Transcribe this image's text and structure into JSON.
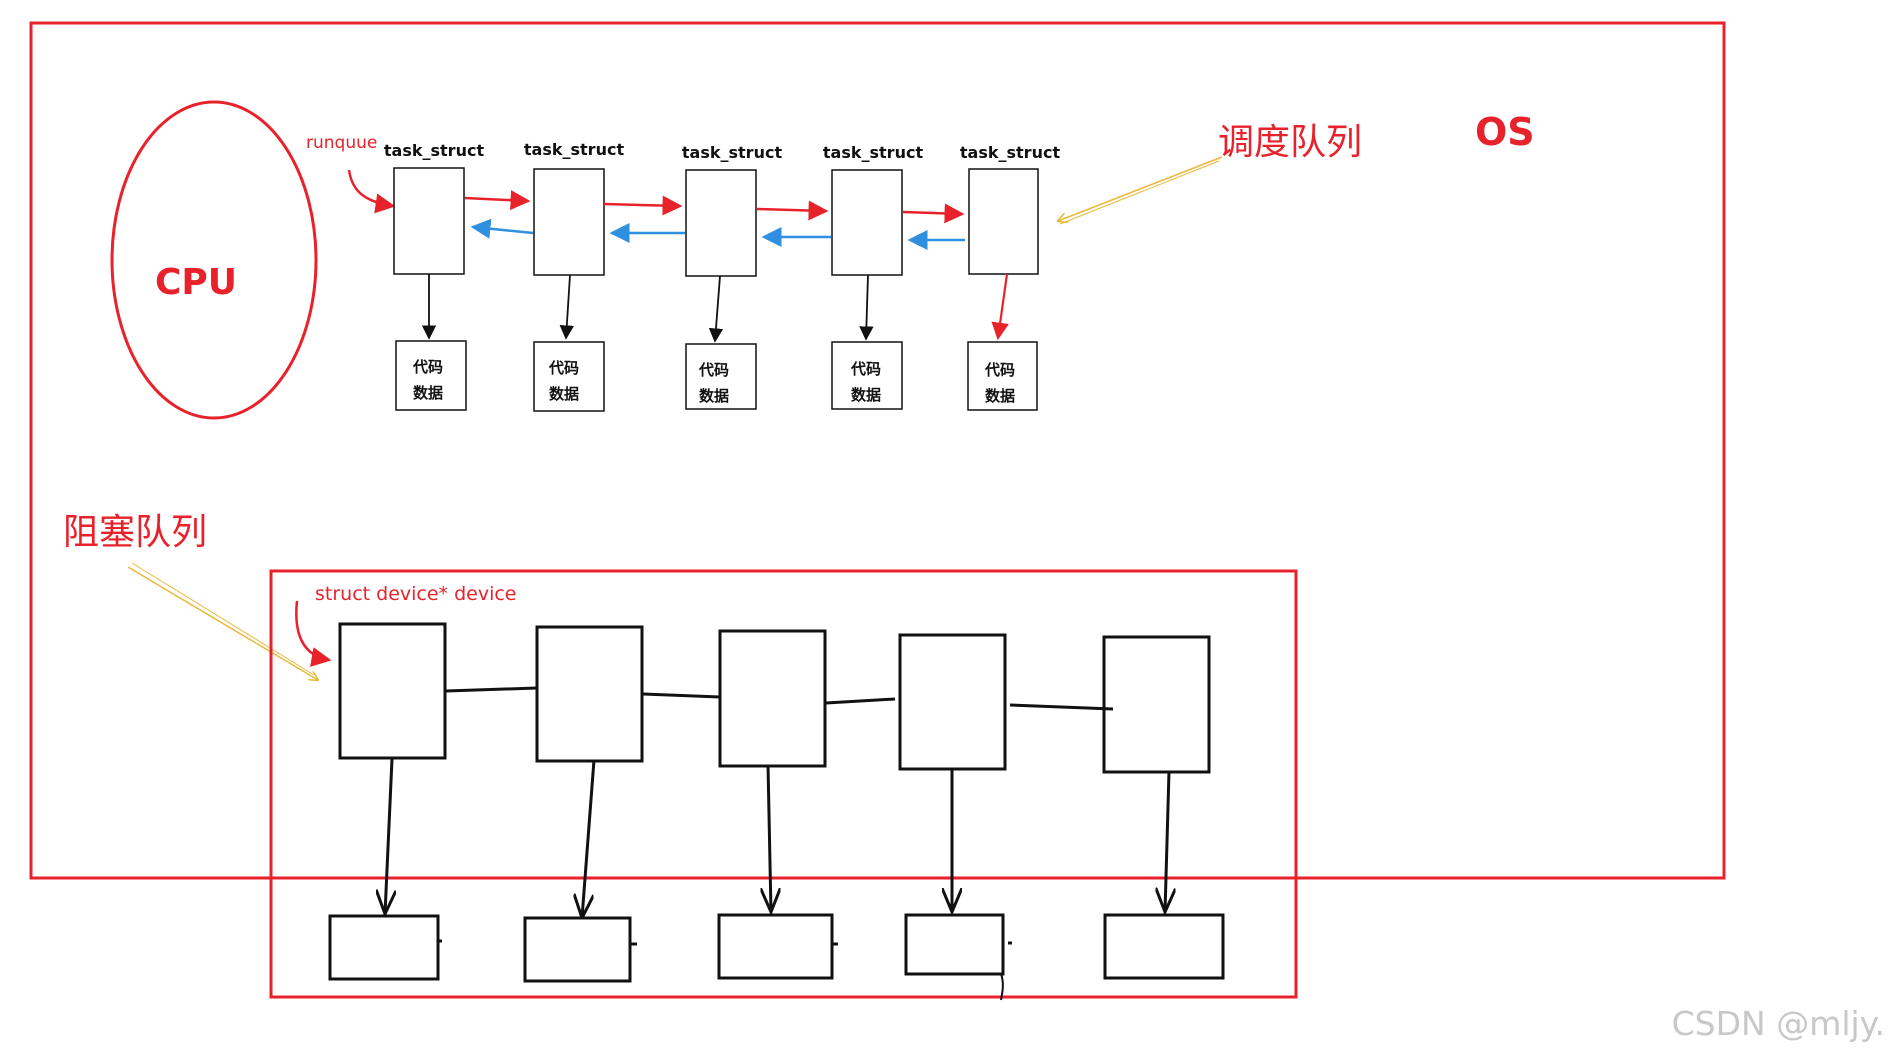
{
  "os_label": "OS",
  "cpu_label": "CPU",
  "runqueue": {
    "title": "调度队列",
    "pointer_label": "runquue",
    "nodes": [
      {
        "label": "task_struct",
        "content_line1": "代码",
        "content_line2": "数据"
      },
      {
        "label": "task_struct",
        "content_line1": "代码",
        "content_line2": "数据"
      },
      {
        "label": "task_struct",
        "content_line1": "代码",
        "content_line2": "数据"
      },
      {
        "label": "task_struct",
        "content_line1": "代码",
        "content_line2": "数据"
      },
      {
        "label": "task_struct",
        "content_line1": "代码",
        "content_line2": "数据"
      }
    ]
  },
  "blockqueue": {
    "title": "阻塞队列",
    "pointer_label": "struct device* device",
    "node_count": 5
  },
  "watermark": "CSDN @mljy.",
  "colors": {
    "red": "#e8222b",
    "blue": "#2f8fe0",
    "yellow": "#e8b838",
    "black": "#111111",
    "watermark": "#c8c8c8"
  }
}
